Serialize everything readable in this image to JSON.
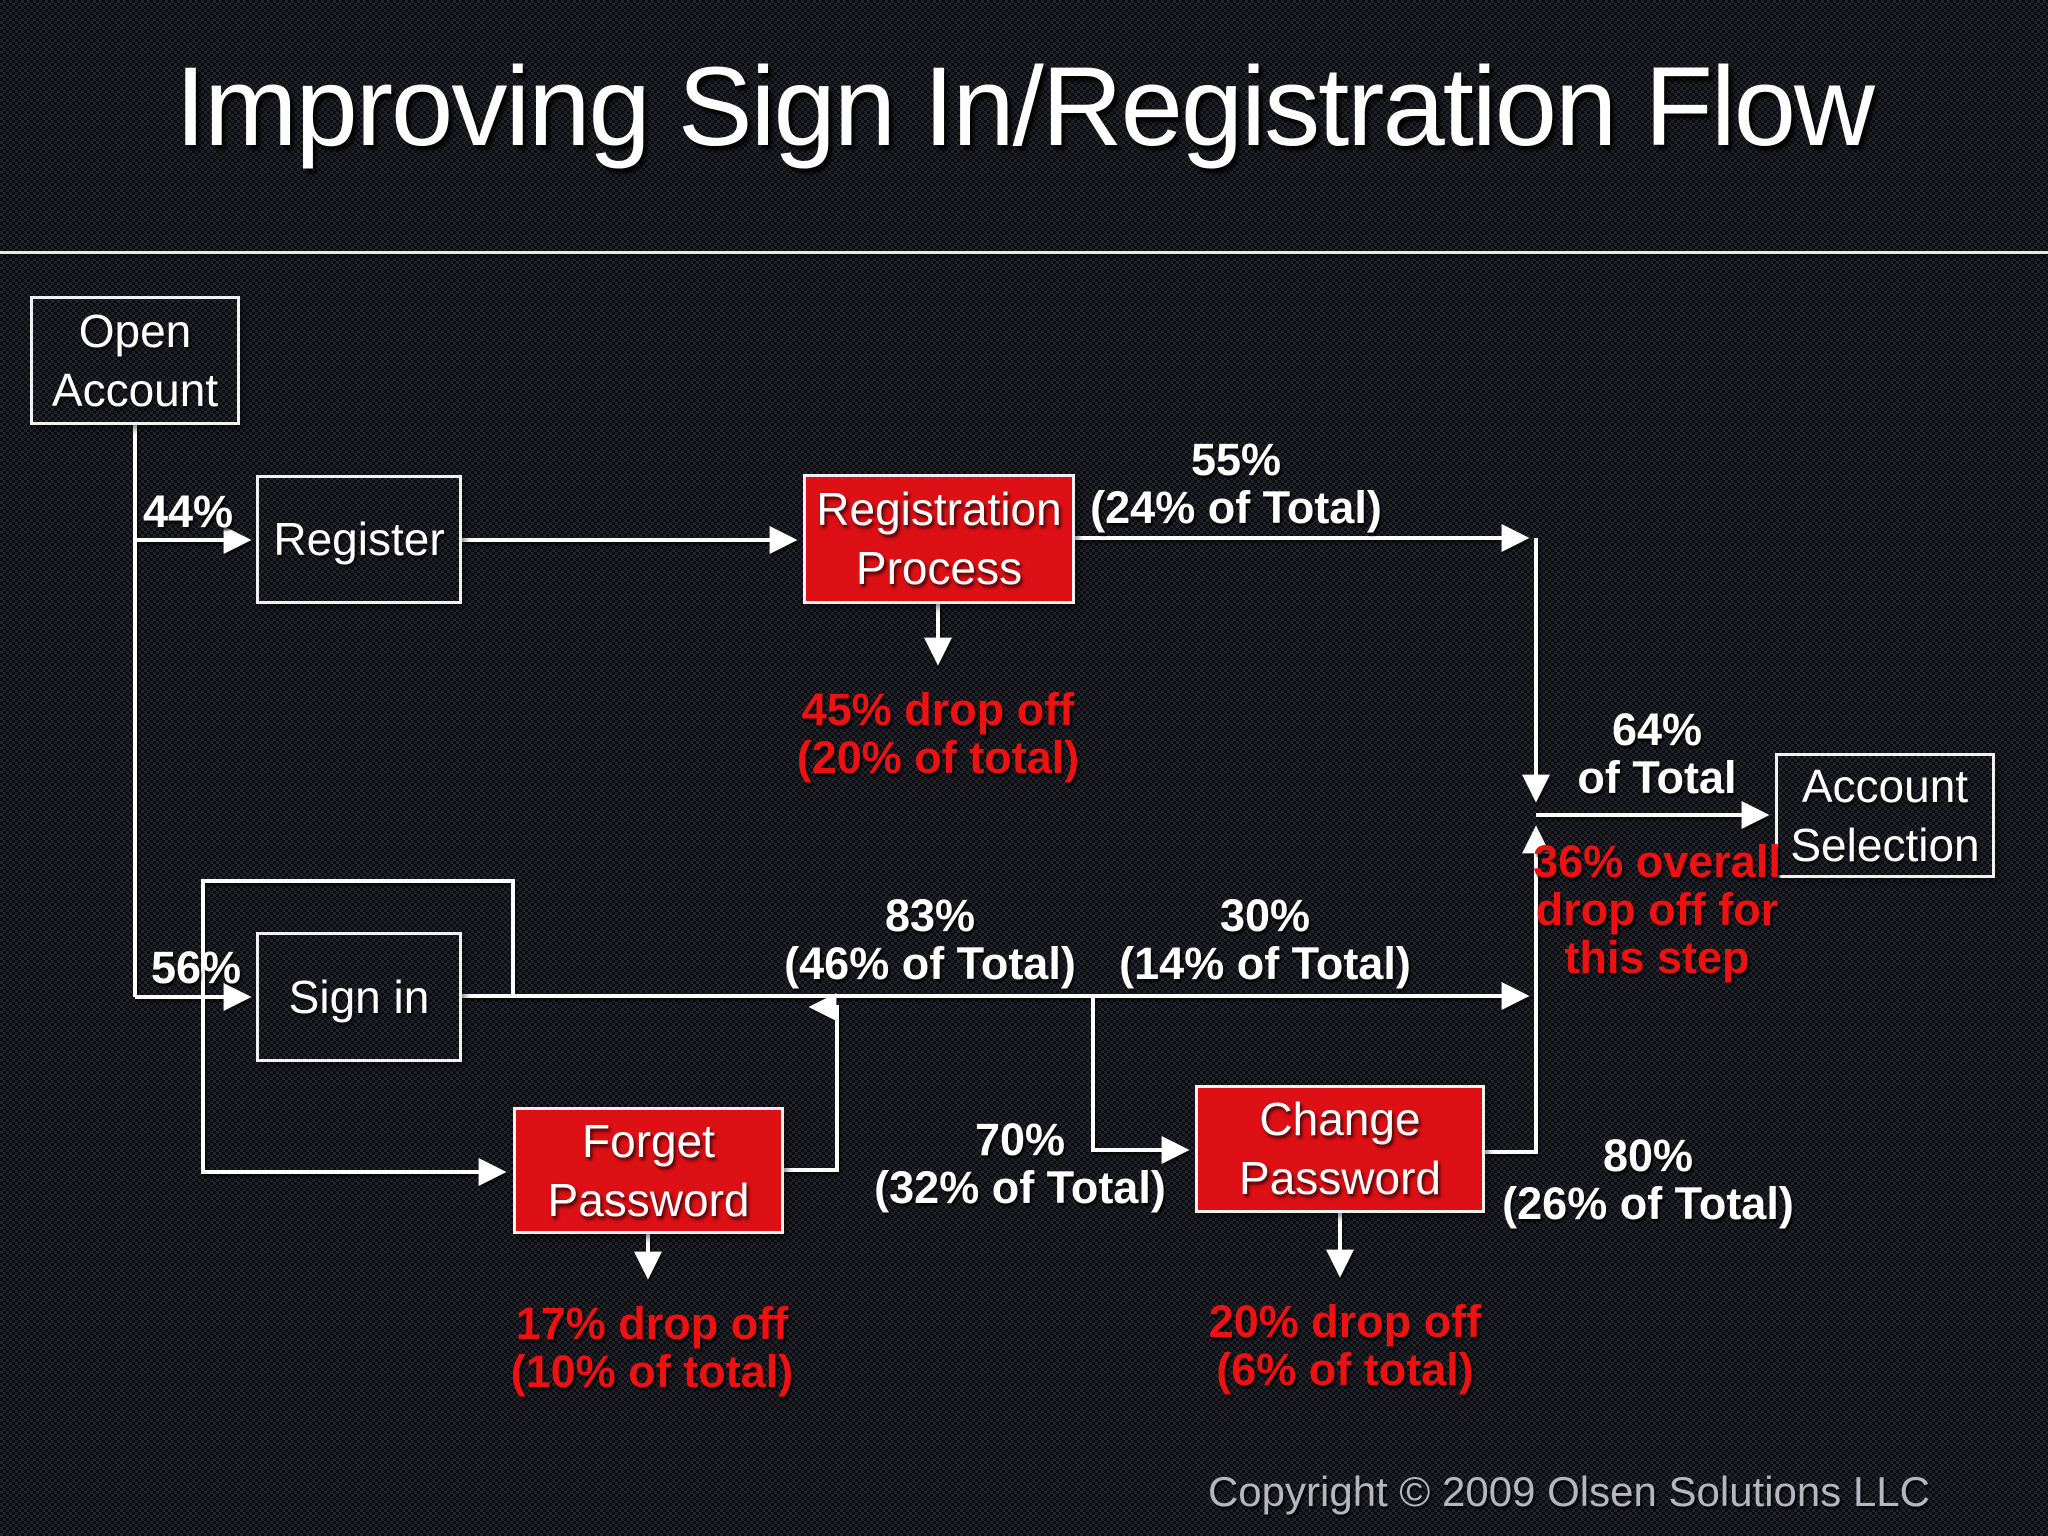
{
  "title": "Improving Sign In/Registration Flow",
  "footer": {
    "copyright": "Copyright © 2009 Olsen Solutions LLC"
  },
  "colors": {
    "background": "#14141a",
    "box_red": "#dc1015",
    "box_border": "#f1f1f3",
    "line_white": "#ffffff",
    "text_red": "#ee1111",
    "copyright_gray": "#b4b7c0"
  },
  "nodes": {
    "open_account": {
      "label": "Open\nAccount"
    },
    "register": {
      "label": "Register"
    },
    "registration_process": {
      "label": "Registration\nProcess"
    },
    "sign_in": {
      "label": "Sign in"
    },
    "forget_password": {
      "label": "Forget\nPassword"
    },
    "change_password": {
      "label": "Change\nPassword"
    },
    "account_selection": {
      "label": "Account\nSelection"
    }
  },
  "edge_labels": {
    "to_register_pct": "44%",
    "to_sign_in_pct": "56%",
    "registration_out": "55%\n(24% of Total)",
    "registration_drop": "45% drop off\n(20% of total)",
    "sign_in_out": "83%\n(46% of Total)",
    "change_return": "30%\n(14% of Total)",
    "forget_out": "70%\n(32% of Total)",
    "change_out": "80%\n(26% of Total)",
    "account_in": "64%\nof Total",
    "account_drop": "36% overall\ndrop off for\nthis step",
    "forget_drop": "17% drop off\n(10% of total)",
    "change_drop": "20% drop off\n(6% of total)"
  }
}
